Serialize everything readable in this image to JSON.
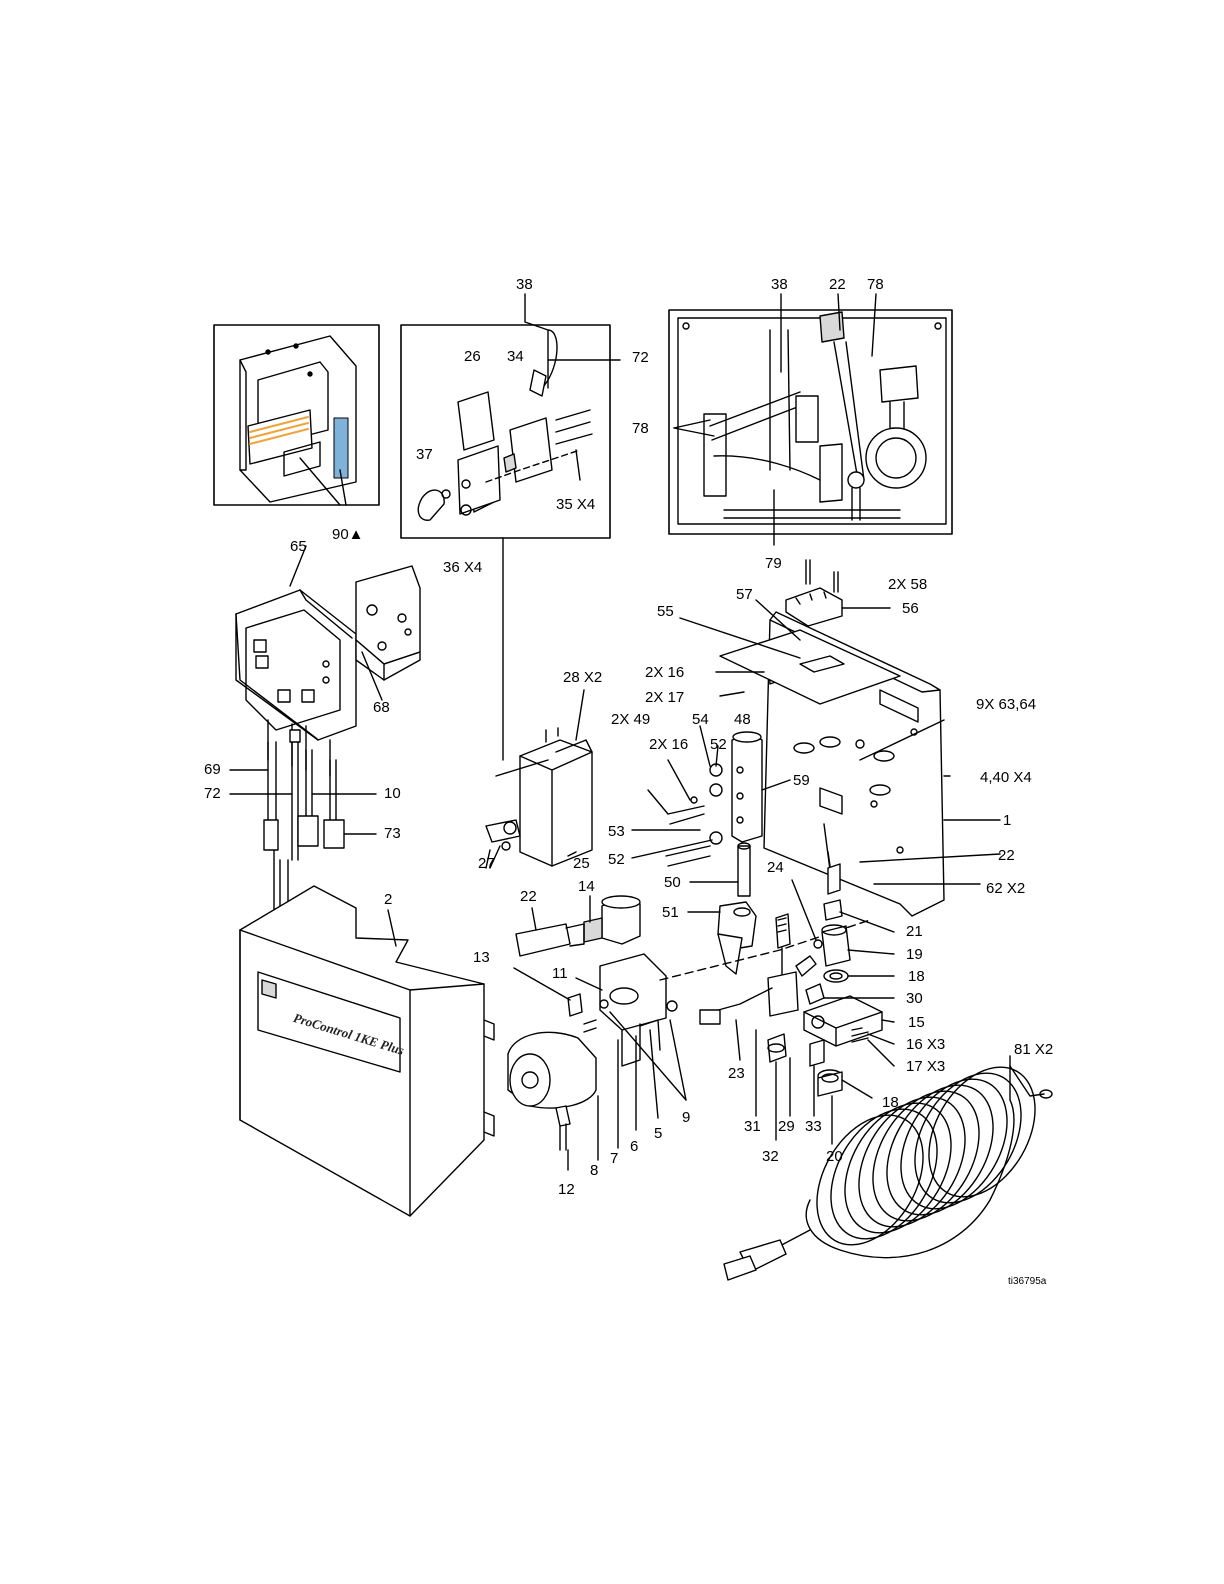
{
  "callouts": [
    {
      "id": "c38a",
      "text": "38"
    },
    {
      "id": "c72a",
      "text": "72"
    },
    {
      "id": "c26",
      "text": "26"
    },
    {
      "id": "c34",
      "text": "34"
    },
    {
      "id": "c37",
      "text": "37"
    },
    {
      "id": "c35",
      "text": "35 X4"
    },
    {
      "id": "c36",
      "text": "36 X4"
    },
    {
      "id": "c90",
      "text": "90▲"
    },
    {
      "id": "c38b",
      "text": "38"
    },
    {
      "id": "c22a",
      "text": "22"
    },
    {
      "id": "c78a",
      "text": "78"
    },
    {
      "id": "c78b",
      "text": "78"
    },
    {
      "id": "c79",
      "text": "79"
    },
    {
      "id": "c65",
      "text": "65"
    },
    {
      "id": "c68",
      "text": "68"
    },
    {
      "id": "c69",
      "text": "69"
    },
    {
      "id": "c72b",
      "text": "72"
    },
    {
      "id": "c10",
      "text": "10"
    },
    {
      "id": "c73",
      "text": "73"
    },
    {
      "id": "c2",
      "text": "2"
    },
    {
      "id": "c58",
      "text": "2X 58"
    },
    {
      "id": "c57",
      "text": "57"
    },
    {
      "id": "c56",
      "text": "56"
    },
    {
      "id": "c55",
      "text": "55"
    },
    {
      "id": "c16a",
      "text": "2X 16"
    },
    {
      "id": "c17a",
      "text": "2X 17"
    },
    {
      "id": "c28",
      "text": "28 X2"
    },
    {
      "id": "c49",
      "text": "2X 49"
    },
    {
      "id": "c54",
      "text": "54"
    },
    {
      "id": "c48",
      "text": "48"
    },
    {
      "id": "c16b",
      "text": "2X 16"
    },
    {
      "id": "c52a",
      "text": "52"
    },
    {
      "id": "c6364",
      "text": "9X 63,64"
    },
    {
      "id": "c59",
      "text": "59"
    },
    {
      "id": "c440",
      "text": "4,40 X4"
    },
    {
      "id": "c1",
      "text": "1"
    },
    {
      "id": "c53",
      "text": "53"
    },
    {
      "id": "c52b",
      "text": "52"
    },
    {
      "id": "c27",
      "text": "27"
    },
    {
      "id": "c25",
      "text": "25"
    },
    {
      "id": "c22b",
      "text": "22"
    },
    {
      "id": "c24",
      "text": "24"
    },
    {
      "id": "c62",
      "text": "62 X2"
    },
    {
      "id": "c50",
      "text": "50"
    },
    {
      "id": "c22c",
      "text": "22"
    },
    {
      "id": "c14",
      "text": "14"
    },
    {
      "id": "c51",
      "text": "51"
    },
    {
      "id": "c21",
      "text": "21"
    },
    {
      "id": "c19",
      "text": "19"
    },
    {
      "id": "c13",
      "text": "13"
    },
    {
      "id": "c11",
      "text": "11"
    },
    {
      "id": "c18a",
      "text": "18"
    },
    {
      "id": "c30",
      "text": "30"
    },
    {
      "id": "c15",
      "text": "15"
    },
    {
      "id": "c16c",
      "text": "16 X3"
    },
    {
      "id": "c17b",
      "text": "17 X3"
    },
    {
      "id": "c81",
      "text": "81 X2"
    },
    {
      "id": "c23",
      "text": "23"
    },
    {
      "id": "c18b",
      "text": "18"
    },
    {
      "id": "c9",
      "text": "9"
    },
    {
      "id": "c5",
      "text": "5"
    },
    {
      "id": "c6",
      "text": "6"
    },
    {
      "id": "c7",
      "text": "7"
    },
    {
      "id": "c8",
      "text": "8"
    },
    {
      "id": "c12",
      "text": "12"
    },
    {
      "id": "c31",
      "text": "31"
    },
    {
      "id": "c29",
      "text": "29"
    },
    {
      "id": "c33",
      "text": "33"
    },
    {
      "id": "c32",
      "text": "32"
    },
    {
      "id": "c20",
      "text": "20"
    }
  ],
  "figure_id": "ti36795a",
  "brand_text": "ProControl 1KE Plus",
  "colors": {
    "line": "#000000",
    "fill": "#ffffff",
    "shade": "#d9d9d9",
    "label_stripe": "#f2a23a",
    "label_blue": "#7fb2d9"
  }
}
